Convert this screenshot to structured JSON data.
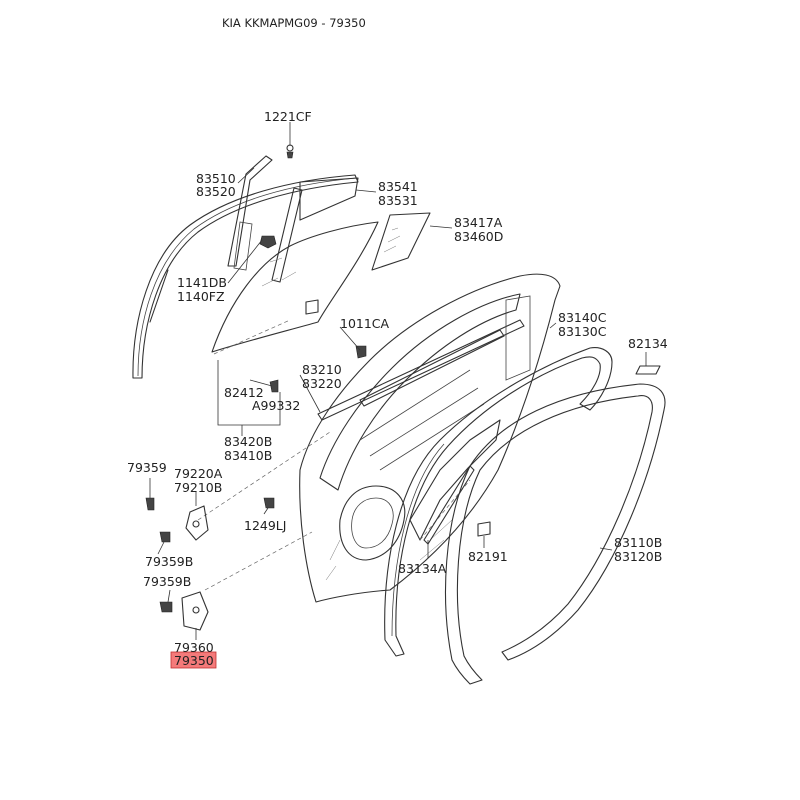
{
  "header": "KIA KKMAPMG09 - 79350",
  "highlight_color": "#f47a7a",
  "labels": {
    "p1221CF": "1221CF",
    "p83510": "83510",
    "p83520": "83520",
    "p83541": "83541",
    "p83531": "83531",
    "p83417A": "83417A",
    "p83460D": "83460D",
    "p1141DB": "1141DB",
    "p1140FZ": "1140FZ",
    "p1011CA": "1011CA",
    "p83140C": "83140C",
    "p83130C": "83130C",
    "p82134": "82134",
    "p83210": "83210",
    "p83220": "83220",
    "p82412": "82412",
    "pA99332": "A99332",
    "p83420B": "83420B",
    "p83410B": "83410B",
    "p79359": "79359",
    "p79220A": "79220A",
    "p79210B": "79210B",
    "p1249LJ": "1249LJ",
    "p79359B_1": "79359B",
    "p79359B_2": "79359B",
    "p83134A": "83134A",
    "p82191": "82191",
    "p83110B": "83110B",
    "p83120B": "83120B",
    "p79360": "79360",
    "p79350": "79350"
  }
}
